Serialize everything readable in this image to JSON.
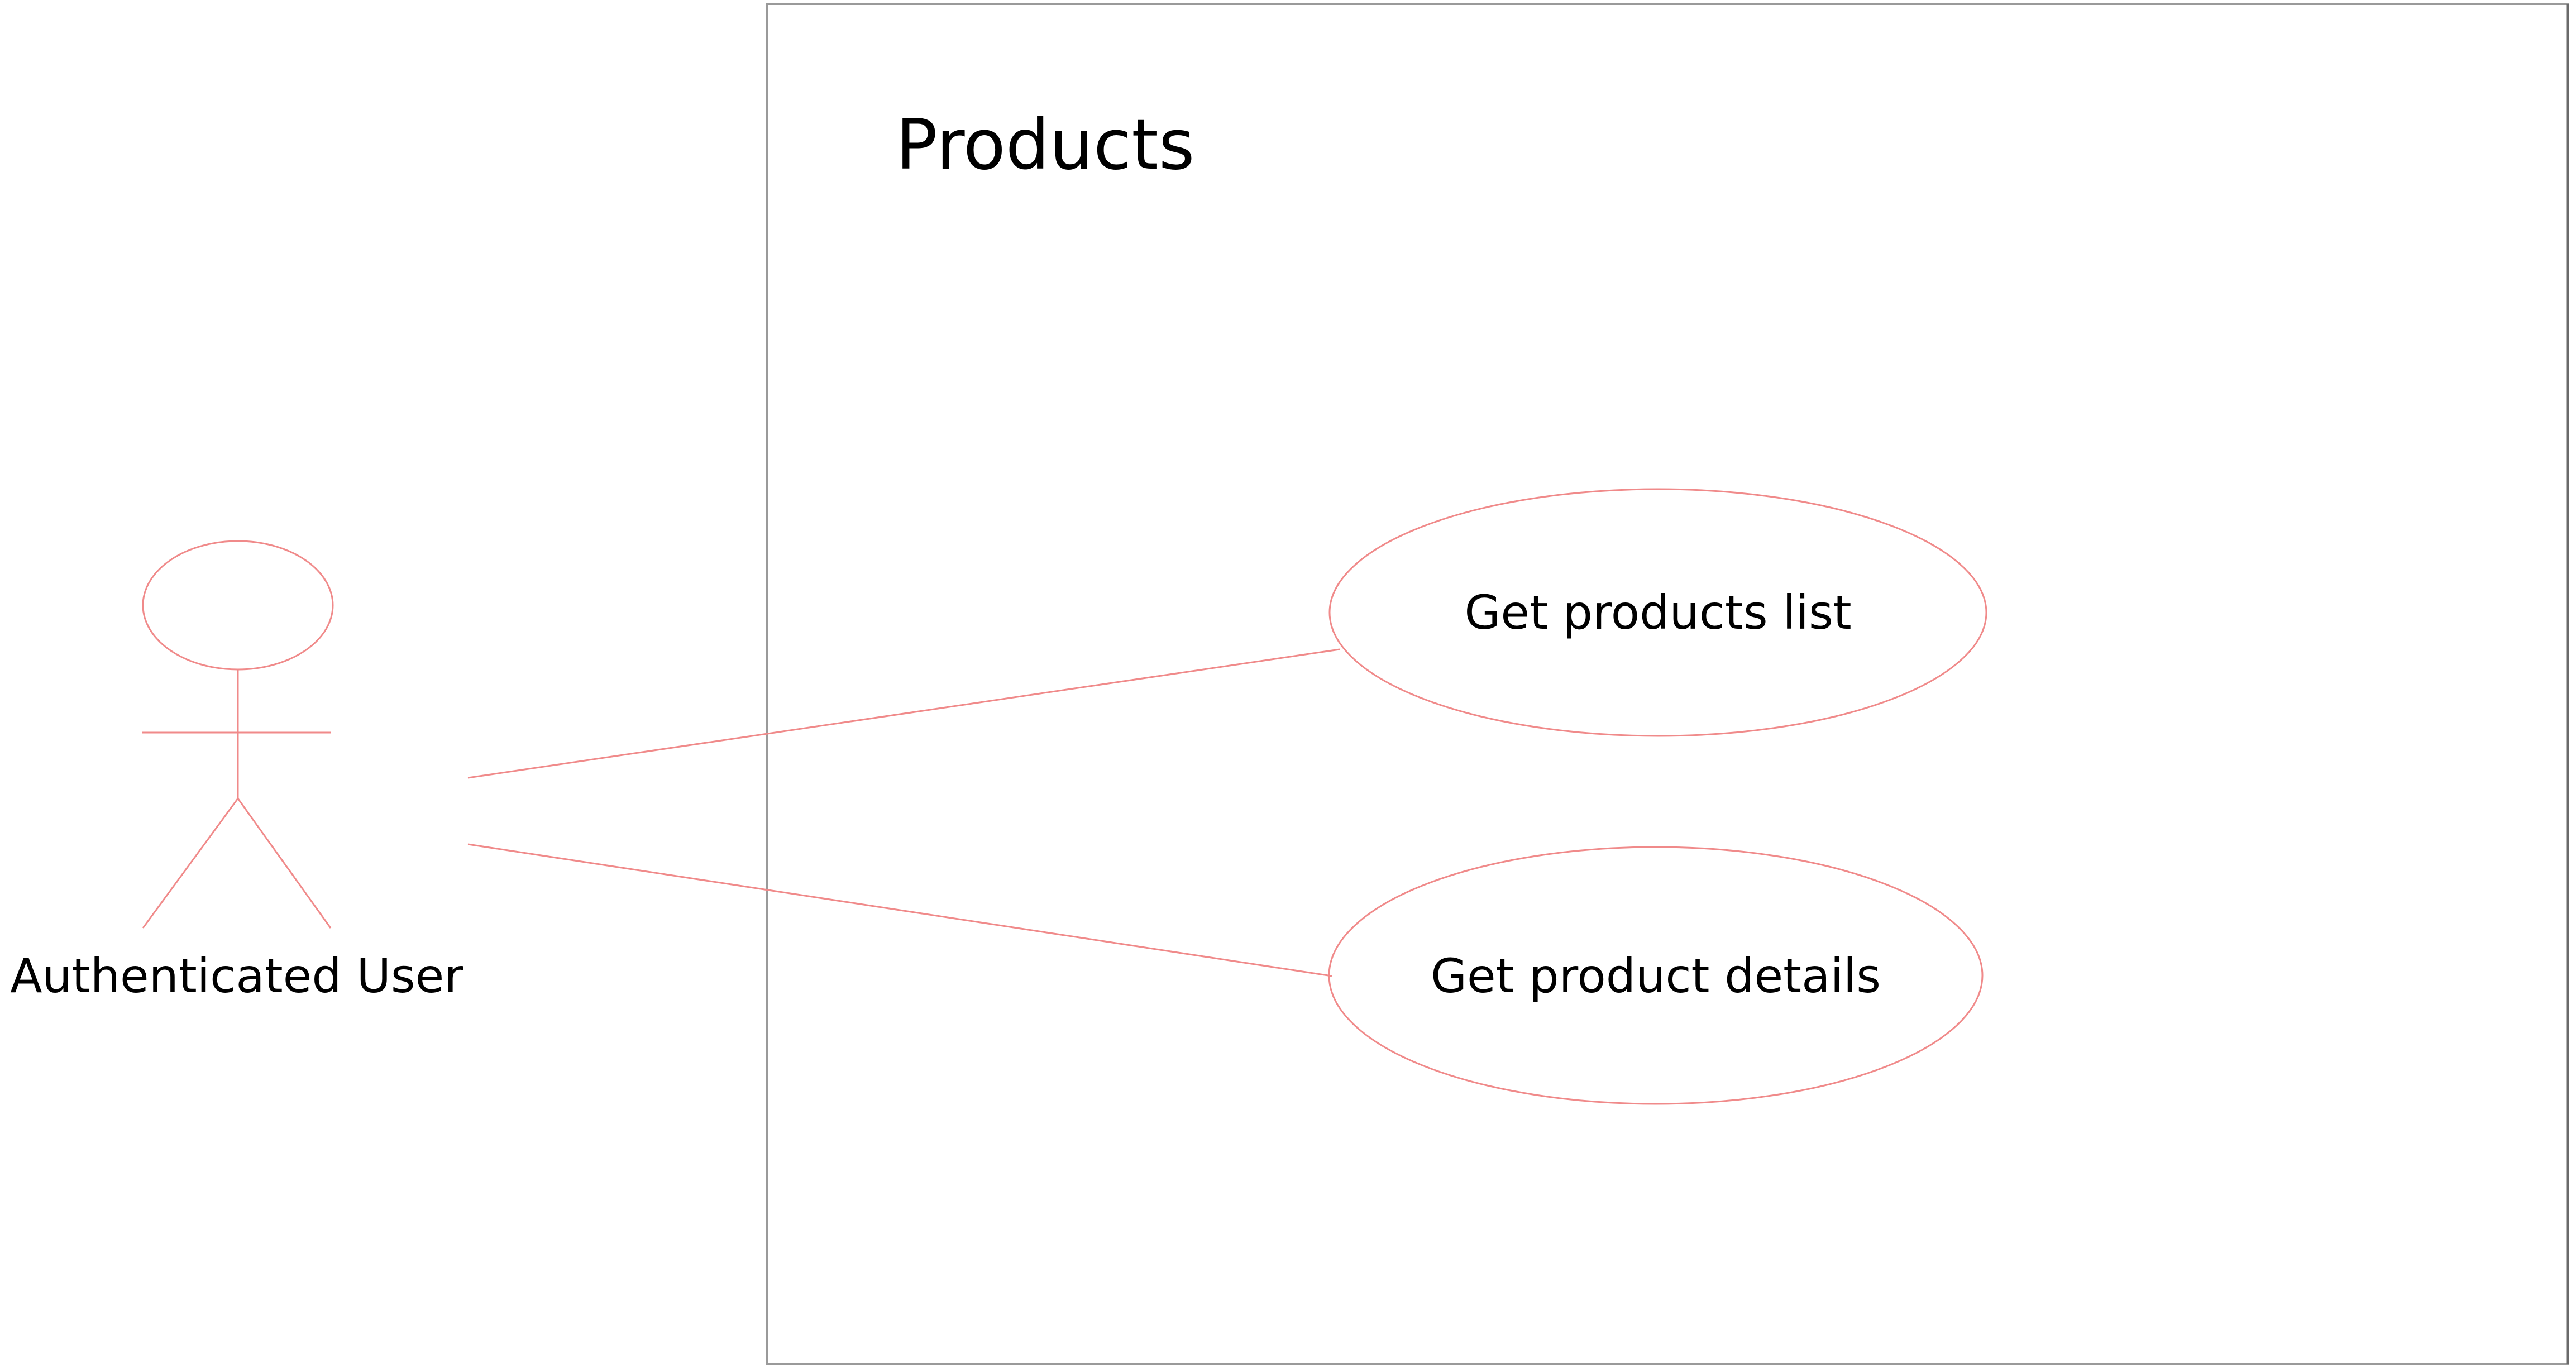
{
  "system_boundary": {
    "title": "Products"
  },
  "actor": {
    "name": "Authenticated User",
    "icon": "stick-figure-icon"
  },
  "use_cases": [
    {
      "label": "Get products list"
    },
    {
      "label": "Get product details"
    }
  ],
  "associations": [
    {
      "from": "Authenticated User",
      "to": "Get products list"
    },
    {
      "from": "Authenticated User",
      "to": "Get product details"
    }
  ],
  "colors": {
    "element_stroke": "#f08a8a",
    "boundary_stroke": "#9a9a9a",
    "text": "#000000",
    "background": "#ffffff"
  }
}
